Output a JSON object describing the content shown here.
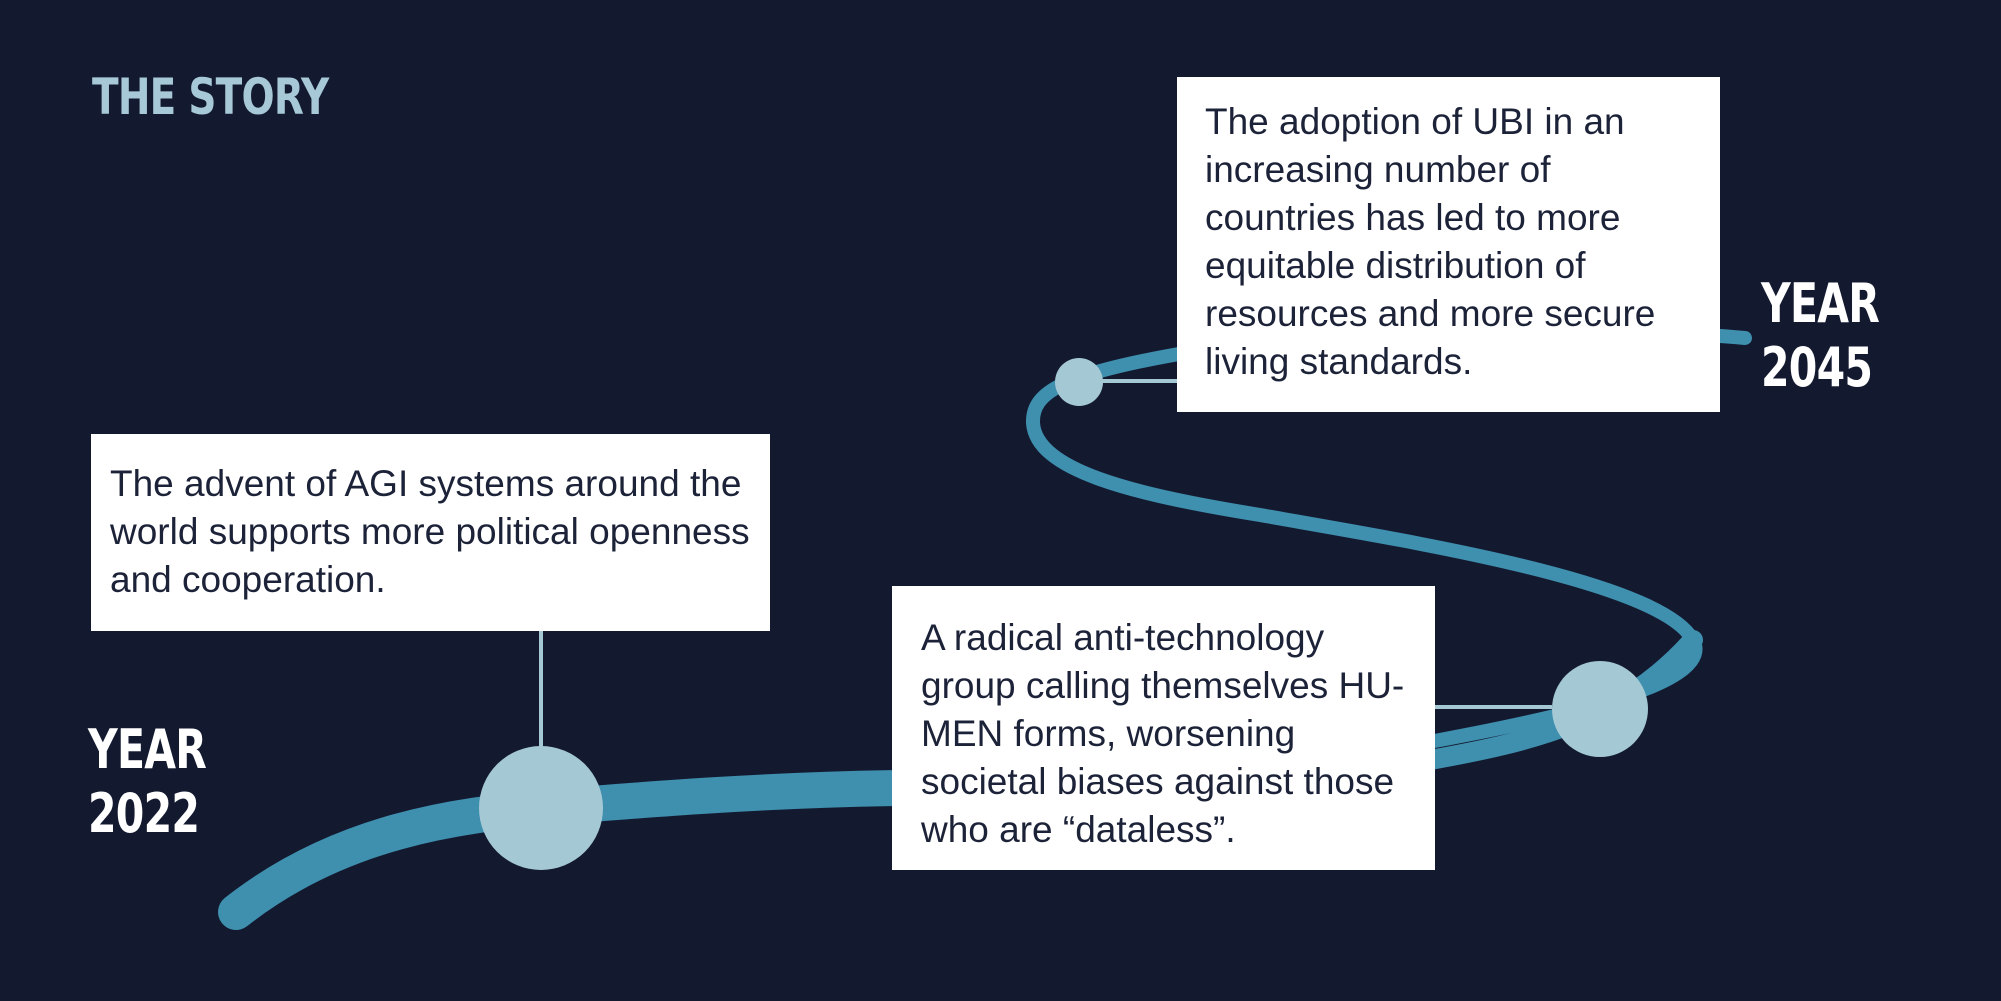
{
  "title": "THE STORY",
  "start": {
    "year_word": "YEAR",
    "year_value": "2022"
  },
  "end": {
    "year_word": "YEAR",
    "year_value": "2045"
  },
  "events": [
    {
      "text": "The advent of AGI systems around the world supports more political openness and cooperation."
    },
    {
      "text": "A radical anti-technology group calling themselves HU-MEN forms, worsening societal biases against those who are “dataless”."
    },
    {
      "text": "The adoption of UBI in an increasing number of countries has led to more equitable distribution of resources and more secure living standards."
    }
  ],
  "colors": {
    "background": "#131a30",
    "path": "#3f8fae",
    "node": "#a5c8d5",
    "card": "#ffffff",
    "card_text": "#1c2238",
    "title": "#a7c8d6",
    "year_text": "#ffffff"
  }
}
